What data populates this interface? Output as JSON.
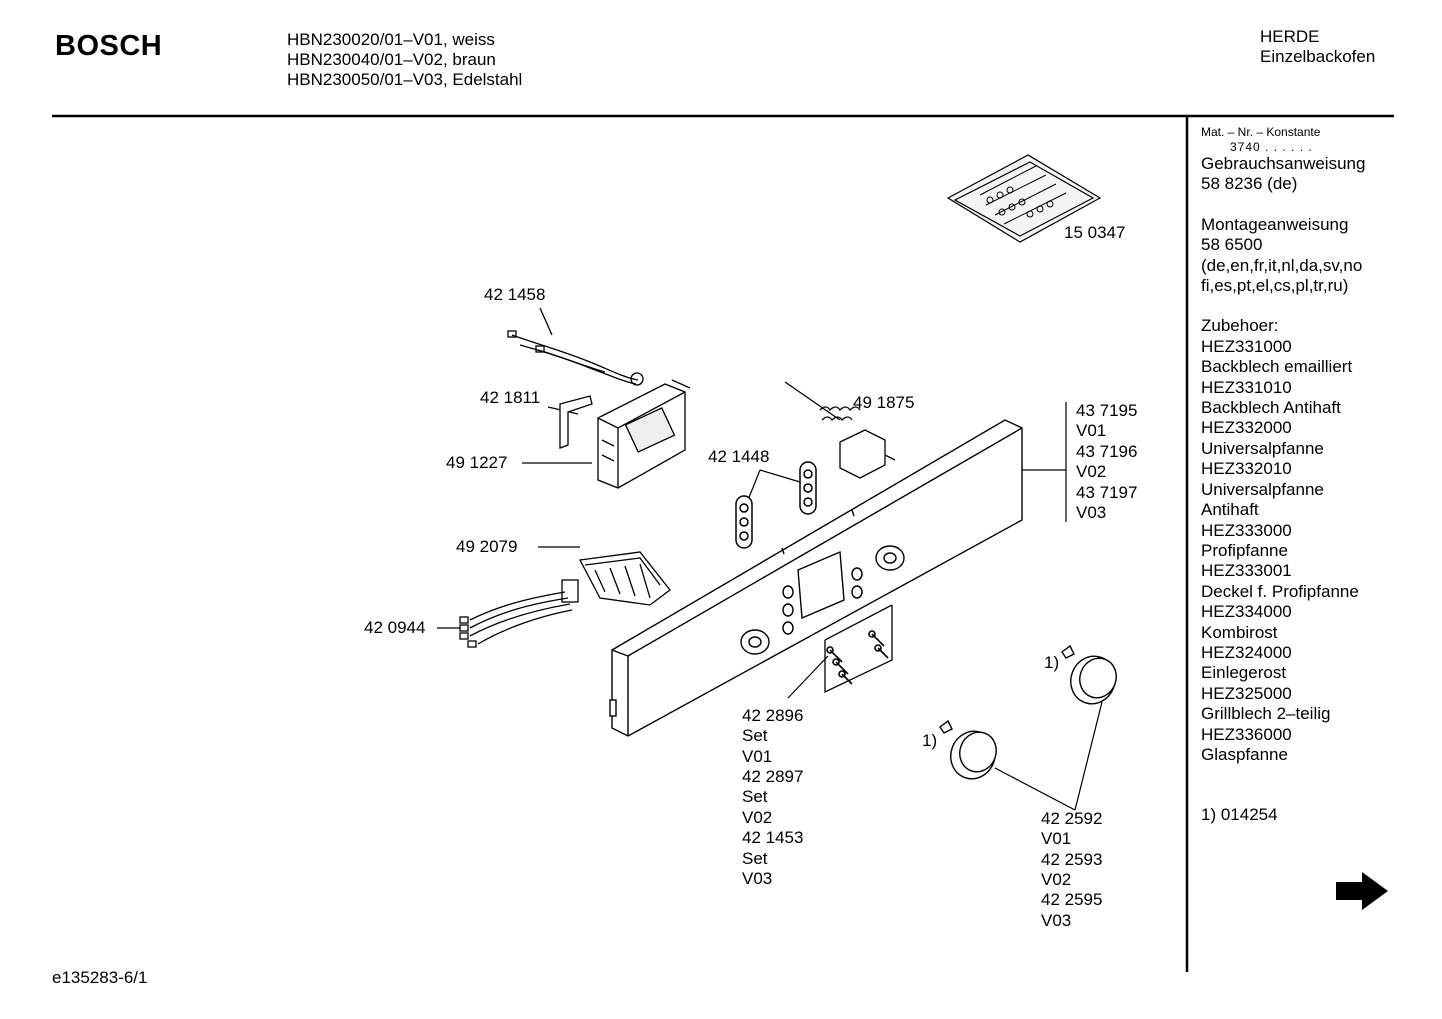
{
  "header": {
    "brand": "BOSCH",
    "models": [
      "HBN230020/01–V01, weiss",
      "HBN230040/01–V02, braun",
      "HBN230050/01–V03, Edelstahl"
    ],
    "category": "HERDE",
    "subcategory": "Einzelbackofen"
  },
  "sidebar": {
    "mat_label": "Mat. – Nr. – Konstante",
    "mat_value": "3740 . . . . . .",
    "lines_manual": [
      "Gebrauchsanweisung",
      "58 8236 (de)"
    ],
    "lines_install": [
      "Montageanweisung",
      "58 6500",
      "(de,en,fr,it,nl,da,sv,no",
      "fi,es,pt,el,cs,pl,tr,ru)"
    ],
    "lines_accessories": [
      "Zubehoer:",
      "HEZ331000",
      "Backblech emailliert",
      "HEZ331010",
      "Backblech Antihaft",
      "HEZ332000",
      "Universalpfanne",
      "HEZ332010",
      "Universalpfanne",
      "Antihaft",
      "HEZ333000",
      "Profipfanne",
      "HEZ333001",
      "Deckel f. Profipfanne",
      "HEZ334000",
      "Kombirost",
      "HEZ324000",
      "Einlegerost",
      "HEZ325000",
      "Grillblech 2–teilig",
      "HEZ336000",
      "Glaspfanne"
    ],
    "footnote": "1) 014254"
  },
  "parts": {
    "p150347": "15 0347",
    "p421458": "42 1458",
    "p421811": "42 1811",
    "p491227": "49 1227",
    "p491875": "49 1875",
    "p421448": "42 1448",
    "p492079": "49 2079",
    "p420944": "42 0944",
    "panel_lines": [
      "43 7195",
      "V01",
      "43 7196",
      "V02",
      "43 7197",
      "V03"
    ],
    "screw_lines": [
      "42 2896",
      "Set",
      "V01",
      "42 2897",
      "Set",
      "V02",
      "42 1453",
      "Set",
      "V03"
    ],
    "knob_lines": [
      "42 2592",
      "V01",
      "42 2593",
      "V02",
      "42 2595",
      "V03"
    ],
    "footnote_mark_1": "1)",
    "footnote_mark_2": "1)"
  },
  "footer": {
    "doc_id": "e135283-6/1"
  }
}
